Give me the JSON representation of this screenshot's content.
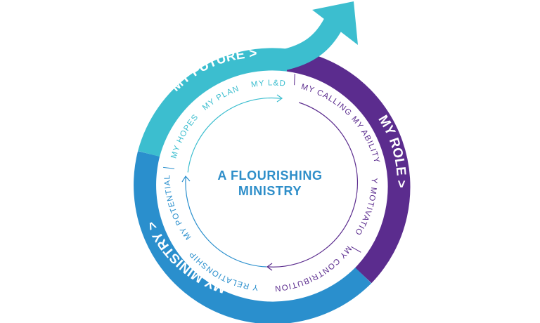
{
  "diagram": {
    "center_title_lines": [
      "A FLOURISHING",
      "MINISTRY"
    ],
    "segments": [
      {
        "key": "future",
        "label": "MY FUTURE >",
        "color": "#3cbecf"
      },
      {
        "key": "role",
        "label": "MY ROLE >",
        "color": "#5b2c8e"
      },
      {
        "key": "ministry",
        "label": "MY MINISTRY >",
        "color": "#2a8fcd"
      }
    ],
    "inner_items": {
      "future": [
        "MY HOPES",
        "MY PLAN",
        "MY L&D"
      ],
      "role": [
        "MY CALLING",
        "MY ABILITY",
        "MY MOTIVATION",
        "MY CONTRIBUTION"
      ],
      "ministry": [
        "MY RELATIONSHIPS",
        "MY POTENTIAL"
      ]
    },
    "colors": {
      "future_text": "#3cbecf",
      "role_text": "#5b2c8e",
      "ministry_text": "#2a8fcd",
      "center_text": "#2e8ec9",
      "arrow": "#3cbecf"
    }
  }
}
